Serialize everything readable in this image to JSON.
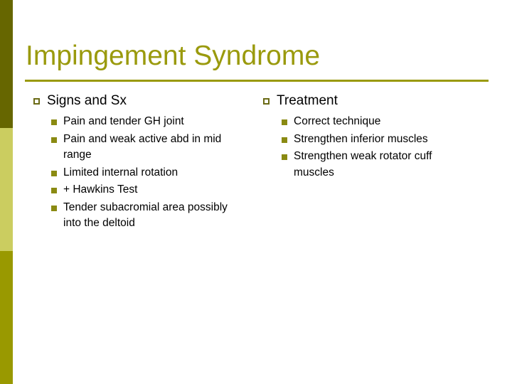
{
  "slide": {
    "title": "Impingement Syndrome",
    "colors": {
      "title": "#9a9a0d",
      "rule": "#9a9a0d",
      "band_top": "#666600",
      "band_middle": "#cbcd60",
      "band_bottom": "#999900",
      "bullet_hollow": "#6b6b16",
      "bullet_solid": "#8a8a12",
      "body_text": "#000000",
      "background": "#ffffff"
    },
    "columns": [
      {
        "heading": "Signs and Sx",
        "bullet_icon": "hollow-square-bullet",
        "items": [
          "Pain and tender GH joint",
          "Pain and weak active abd in mid range",
          "Limited internal rotation",
          "+ Hawkins Test",
          "Tender subacromial area possibly into the deltoid"
        ]
      },
      {
        "heading": "Treatment",
        "bullet_icon": "hollow-square-bullet",
        "items": [
          "Correct technique",
          "Strengthen inferior muscles",
          "Strengthen weak rotator cuff muscles"
        ]
      }
    ]
  }
}
